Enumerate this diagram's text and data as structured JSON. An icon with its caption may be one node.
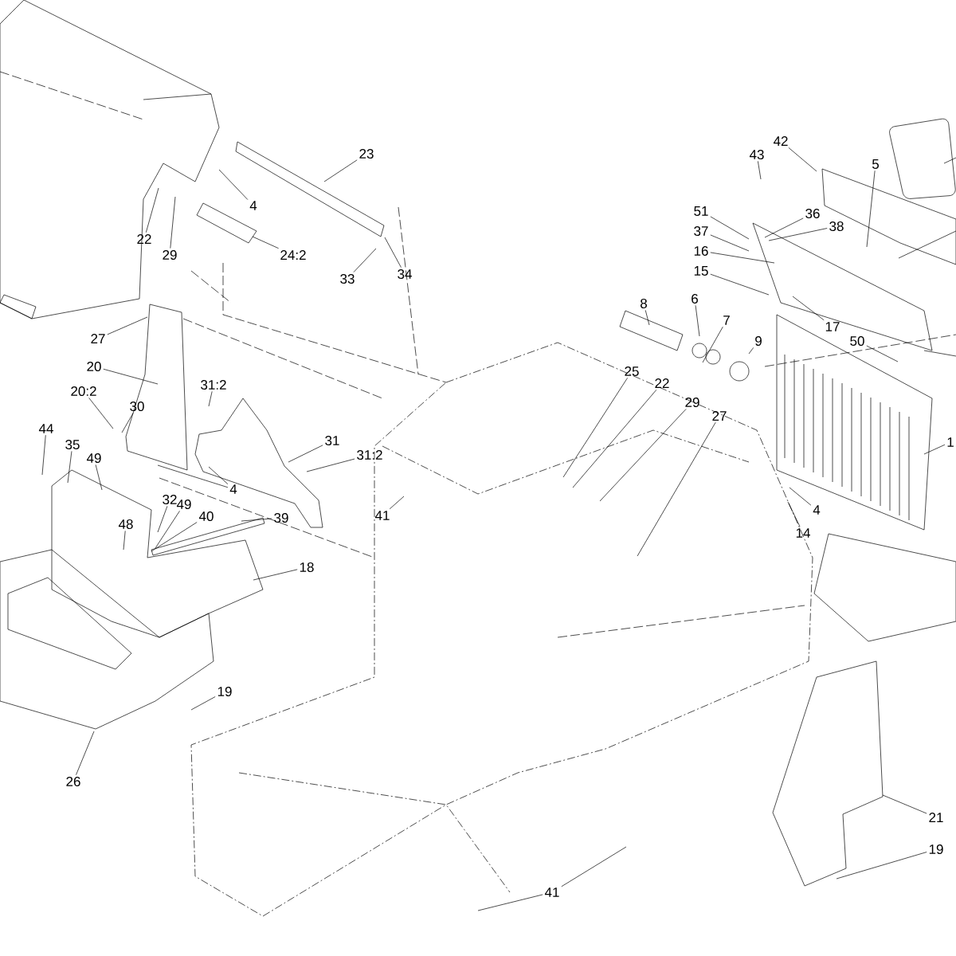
{
  "diagram": {
    "nodes": [
      {
        "text": [
          "23"
        ]
      },
      {
        "text": [
          "4"
        ]
      },
      {
        "text": [
          "22"
        ]
      },
      {
        "text": [
          "29"
        ]
      },
      {
        "text": [
          "24:2"
        ]
      },
      {
        "text": [
          "33"
        ]
      },
      {
        "text": [
          "34"
        ]
      },
      {
        "text": [
          "27"
        ]
      },
      {
        "text": [
          "20"
        ]
      },
      {
        "text": [
          "20:2"
        ]
      },
      {
        "text": [
          "30"
        ]
      },
      {
        "text": [
          "44"
        ]
      },
      {
        "text": [
          "35"
        ]
      },
      {
        "text": [
          "49"
        ]
      },
      {
        "text": [
          "31:2"
        ]
      },
      {
        "text": [
          "31"
        ]
      },
      {
        "text": [
          "31:2"
        ]
      },
      {
        "text": [
          "4"
        ]
      },
      {
        "text": [
          "32"
        ]
      },
      {
        "text": [
          "48"
        ]
      },
      {
        "text": [
          "49"
        ]
      },
      {
        "text": [
          "40"
        ]
      },
      {
        "text": [
          "39"
        ]
      },
      {
        "text": [
          "18"
        ]
      },
      {
        "text": [
          "41"
        ]
      },
      {
        "text": [
          "25"
        ]
      },
      {
        "text": [
          "22"
        ]
      },
      {
        "text": [
          "29"
        ]
      },
      {
        "text": [
          "27"
        ]
      },
      {
        "text": [
          "4"
        ]
      },
      {
        "text": [
          "14"
        ]
      },
      {
        "text": [
          "26"
        ]
      },
      {
        "text": [
          "19"
        ]
      },
      {
        "text": [
          "41"
        ]
      },
      {
        "text": [
          "21"
        ]
      },
      {
        "text": [
          "19"
        ]
      },
      {
        "text": [
          "43"
        ]
      },
      {
        "text": [
          "42"
        ]
      },
      {
        "text": [
          "5"
        ]
      },
      {
        "text": [
          "51"
        ]
      },
      {
        "text": [
          "37"
        ]
      },
      {
        "text": [
          "36"
        ]
      },
      {
        "text": [
          "38"
        ]
      },
      {
        "text": [
          "16"
        ]
      },
      {
        "text": [
          "15"
        ]
      },
      {
        "text": [
          "17"
        ]
      },
      {
        "text": [
          "8"
        ]
      },
      {
        "text": [
          "6"
        ]
      },
      {
        "text": [
          "7"
        ]
      },
      {
        "text": [
          "9"
        ]
      },
      {
        "text": [
          "50"
        ]
      },
      {
        "text": [
          "1"
        ]
      }
    ],
    "edges": [
      {
        "from": 0,
        "to": null,
        "arrow": "none"
      },
      {
        "from": 1,
        "to": null,
        "arrow": "none"
      },
      {
        "from": 2,
        "to": null,
        "arrow": "none"
      },
      {
        "from": 3,
        "to": null,
        "arrow": "none"
      },
      {
        "from": 4,
        "to": null,
        "arrow": "none"
      },
      {
        "from": 5,
        "to": null,
        "arrow": "none"
      },
      {
        "from": 6,
        "to": null,
        "arrow": "none"
      },
      {
        "from": 7,
        "to": null,
        "arrow": "none"
      },
      {
        "from": 8,
        "to": null,
        "arrow": "none"
      },
      {
        "from": 9,
        "to": null,
        "arrow": "none"
      },
      {
        "from": 10,
        "to": null,
        "arrow": "none"
      },
      {
        "from": 11,
        "to": null,
        "arrow": "none"
      },
      {
        "from": 12,
        "to": null,
        "arrow": "none"
      },
      {
        "from": 13,
        "to": null,
        "arrow": "none"
      },
      {
        "from": 14,
        "to": null,
        "arrow": "none"
      },
      {
        "from": 15,
        "to": null,
        "arrow": "none"
      },
      {
        "from": 16,
        "to": null,
        "arrow": "none"
      },
      {
        "from": 17,
        "to": null,
        "arrow": "none"
      },
      {
        "from": 17,
        "to": null,
        "arrow": "none"
      },
      {
        "from": 18,
        "to": null,
        "arrow": "none"
      },
      {
        "from": 19,
        "to": null,
        "arrow": "none"
      },
      {
        "from": 20,
        "to": null,
        "arrow": "none"
      },
      {
        "from": 21,
        "to": null,
        "arrow": "none"
      },
      {
        "from": 22,
        "to": null,
        "arrow": "none"
      },
      {
        "from": 23,
        "to": null,
        "arrow": "none"
      },
      {
        "from": 24,
        "to": null,
        "arrow": "none"
      },
      {
        "from": 25,
        "to": null,
        "arrow": "none"
      },
      {
        "from": 26,
        "to": null,
        "arrow": "none"
      },
      {
        "from": 27,
        "to": null,
        "arrow": "none"
      },
      {
        "from": 28,
        "to": null,
        "arrow": "none"
      },
      {
        "from": 29,
        "to": null,
        "arrow": "none"
      },
      {
        "from": 30,
        "to": null,
        "arrow": "none"
      },
      {
        "from": 31,
        "to": null,
        "arrow": "none"
      },
      {
        "from": 32,
        "to": null,
        "arrow": "none"
      },
      {
        "from": 33,
        "to": null,
        "arrow": "none"
      },
      {
        "from": 33,
        "to": null,
        "arrow": "none"
      },
      {
        "from": 34,
        "to": null,
        "arrow": "none"
      },
      {
        "from": 35,
        "to": null,
        "arrow": "none"
      },
      {
        "from": 36,
        "to": null,
        "arrow": "none"
      },
      {
        "from": 37,
        "to": null,
        "arrow": "none"
      },
      {
        "from": 38,
        "to": null,
        "arrow": "none"
      },
      {
        "from": 39,
        "to": null,
        "arrow": "none"
      },
      {
        "from": 40,
        "to": null,
        "arrow": "none"
      },
      {
        "from": 41,
        "to": null,
        "arrow": "none"
      },
      {
        "from": 42,
        "to": null,
        "arrow": "none"
      },
      {
        "from": 43,
        "to": null,
        "arrow": "none"
      },
      {
        "from": 44,
        "to": null,
        "arrow": "none"
      },
      {
        "from": 45,
        "to": null,
        "arrow": "none"
      },
      {
        "from": 46,
        "to": null,
        "arrow": "none"
      },
      {
        "from": 47,
        "to": null,
        "arrow": "none"
      },
      {
        "from": 48,
        "to": null,
        "arrow": "none"
      },
      {
        "from": 49,
        "to": null,
        "arrow": "none"
      },
      {
        "from": 50,
        "to": null,
        "arrow": "none"
      },
      {
        "from": 51,
        "to": null,
        "arrow": "none"
      }
    ]
  }
}
